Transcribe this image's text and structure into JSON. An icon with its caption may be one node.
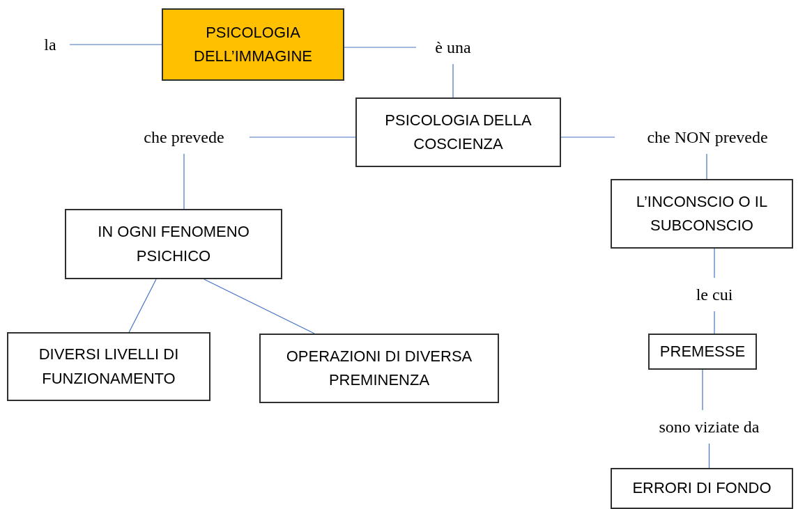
{
  "diagram": {
    "nodes": [
      {
        "text": [
          "la"
        ]
      },
      {
        "text": [
          "PSICOLOGIA DELL’IMMAGINE"
        ]
      },
      {
        "text": [
          "è una"
        ]
      },
      {
        "text": [
          "PSICOLOGIA DELLA COSCIENZA"
        ]
      },
      {
        "text": [
          "che prevede"
        ]
      },
      {
        "text": [
          "che NON prevede"
        ]
      },
      {
        "text": [
          "IN OGNI FENOMENO PSICHICO"
        ]
      },
      {
        "text": [
          "DIVERSI LIVELLI DI FUNZIONAMENTO"
        ]
      },
      {
        "text": [
          "OPERAZIONI DI DIVERSA PREMINENZA"
        ]
      },
      {
        "text": [
          "L’INCONSCIO O IL SUBCONSCIO"
        ]
      },
      {
        "text": [
          "le cui"
        ]
      },
      {
        "text": [
          "PREMESSE"
        ]
      },
      {
        "text": [
          "sono viziate da"
        ]
      },
      {
        "text": [
          "ERRORI DI FONDO"
        ]
      }
    ],
    "edges": [
      {
        "from": 0,
        "to": 1,
        "arrow": "none"
      },
      {
        "from": 1,
        "to": 2,
        "arrow": "none"
      },
      {
        "from": 2,
        "to": 3,
        "arrow": "none"
      },
      {
        "from": 3,
        "to": 4,
        "arrow": "none"
      },
      {
        "from": 3,
        "to": 5,
        "arrow": "none"
      },
      {
        "from": 4,
        "to": 6,
        "arrow": "none"
      },
      {
        "from": 6,
        "to": 7,
        "arrow": "none"
      },
      {
        "from": 6,
        "to": 8,
        "arrow": "none"
      },
      {
        "from": 5,
        "to": 9,
        "arrow": "none"
      },
      {
        "from": 9,
        "to": 10,
        "arrow": "none"
      },
      {
        "from": 10,
        "to": 11,
        "arrow": "none"
      },
      {
        "from": 11,
        "to": 12,
        "arrow": "none"
      },
      {
        "from": 12,
        "to": 13,
        "arrow": "none"
      }
    ]
  }
}
